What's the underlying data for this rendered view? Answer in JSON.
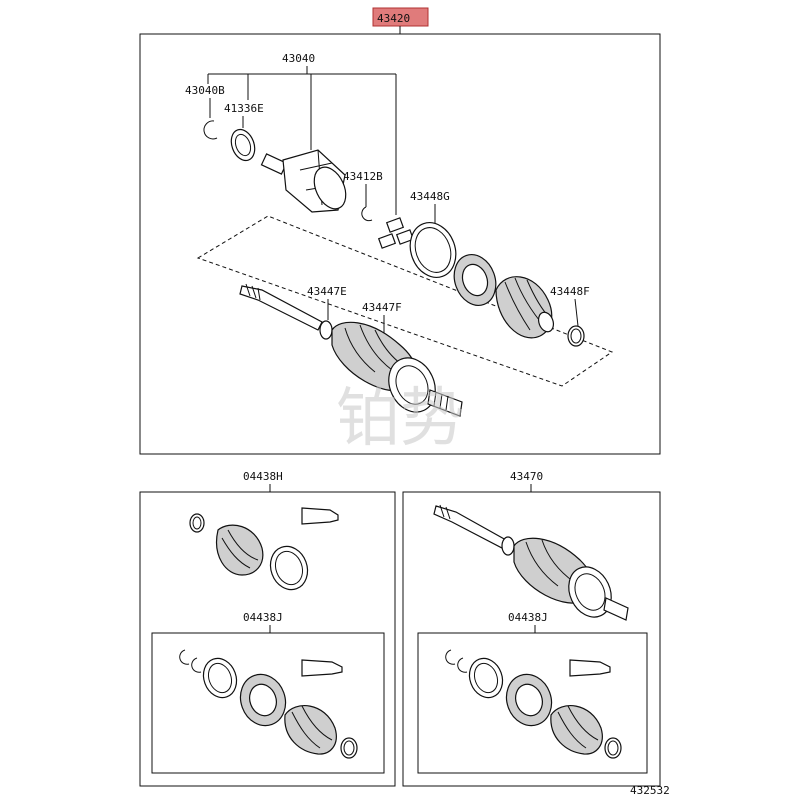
{
  "title_part": "43420",
  "labels": {
    "p43040": "43040",
    "p43040B": "43040B",
    "p41336E": "41336E",
    "p43412B": "43412B",
    "p43448G": "43448G",
    "p43447E": "43447E",
    "p43447F": "43447F",
    "p43448F": "43448F",
    "p04438H": "04438H",
    "p43470": "43470",
    "p04438J_left": "04438J",
    "p04438J_right": "04438J"
  },
  "footer_code": "432532",
  "watermark": "铂势",
  "colors": {
    "highlight": "#e07b7b",
    "line": "#111111"
  }
}
